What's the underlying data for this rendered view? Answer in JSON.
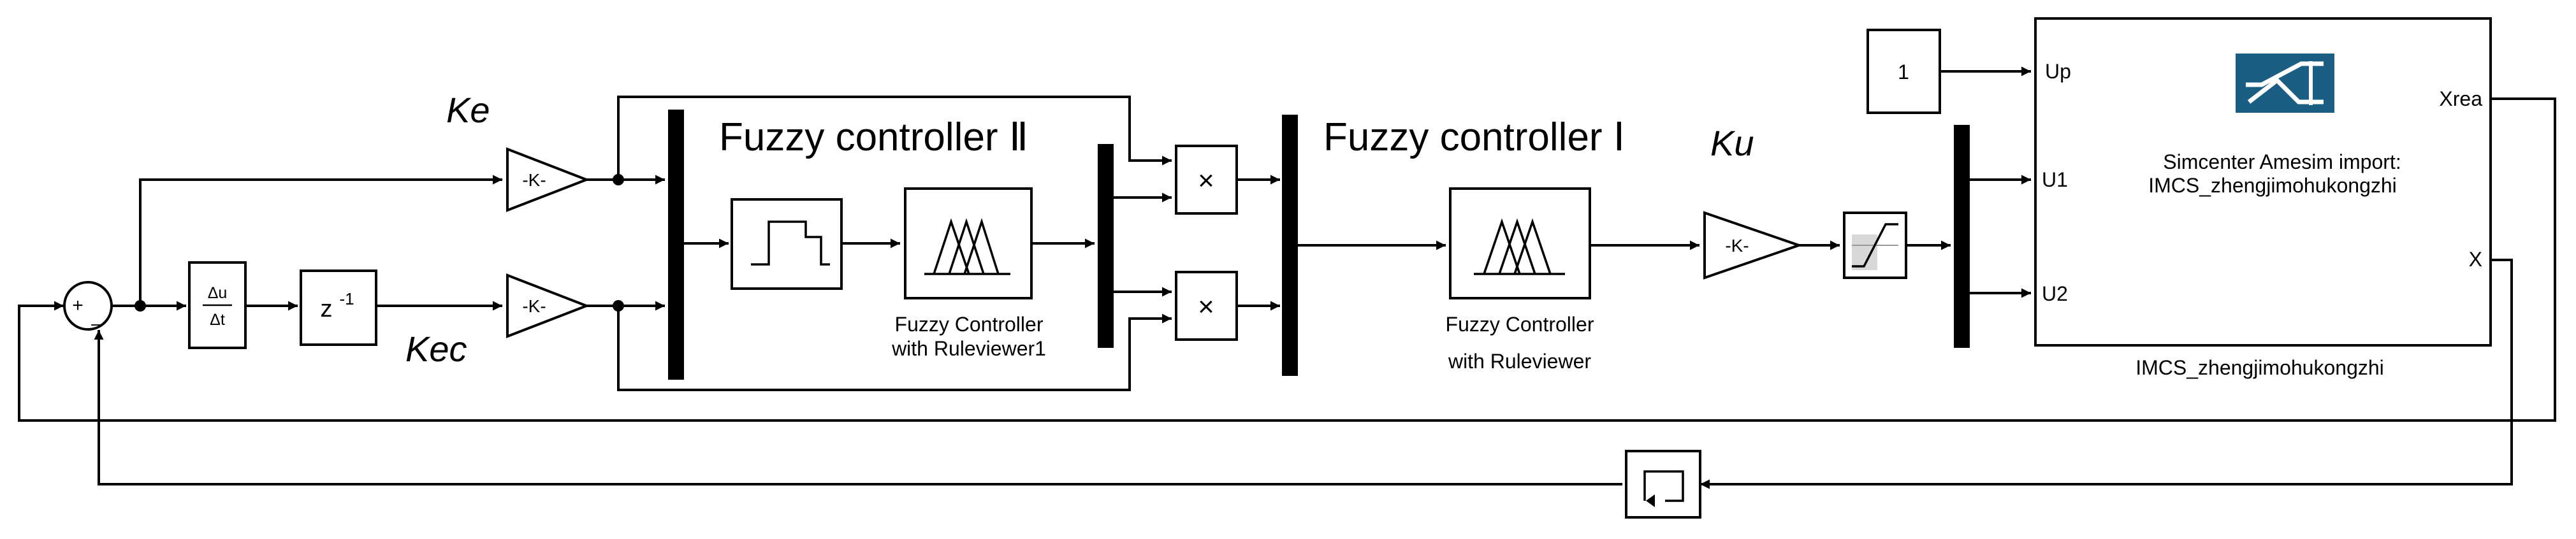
{
  "diagram": {
    "labels": {
      "ke": "Ke",
      "kec": "Kec",
      "ku": "Ku",
      "fuzzy_controller_2": "Fuzzy controller Ⅱ",
      "fuzzy_controller_1": "Fuzzy controller Ⅰ"
    },
    "blocks": {
      "sum": {
        "plus": "+",
        "minus": "_"
      },
      "derivative": {
        "num": "Δu",
        "den": "Δt"
      },
      "delay": {
        "text": "z",
        "exp": "-1"
      },
      "gain_ke": {
        "text": "-K-"
      },
      "gain_kec": {
        "text": "-K-"
      },
      "gain_ku": {
        "text": "-K-"
      },
      "multiply_top": {
        "text": "×"
      },
      "multiply_bottom": {
        "text": "×"
      },
      "fuzzy_ruleviewer1": {
        "caption_line1": "Fuzzy Controller",
        "caption_line2": "with Ruleviewer1"
      },
      "fuzzy_ruleviewer": {
        "caption_line1": "Fuzzy Controller",
        "caption_line2": "with Ruleviewer"
      },
      "constant": {
        "text": "1"
      },
      "amesim": {
        "port_up": "Up",
        "port_u1": "U1",
        "port_u2": "U2",
        "port_xrea": "Xrea",
        "port_x": "X",
        "title_line1": "Simcenter Amesim import:",
        "title_line2": "IMCS_zhengjimohukongzhi",
        "caption": "IMCS_zhengjimohukongzhi",
        "logo": "amesim-logo-icon"
      }
    },
    "colors": {
      "logo_bg": "#1b5e84",
      "saturation_bg": "#d8d8d8",
      "ink": "#000000"
    }
  }
}
